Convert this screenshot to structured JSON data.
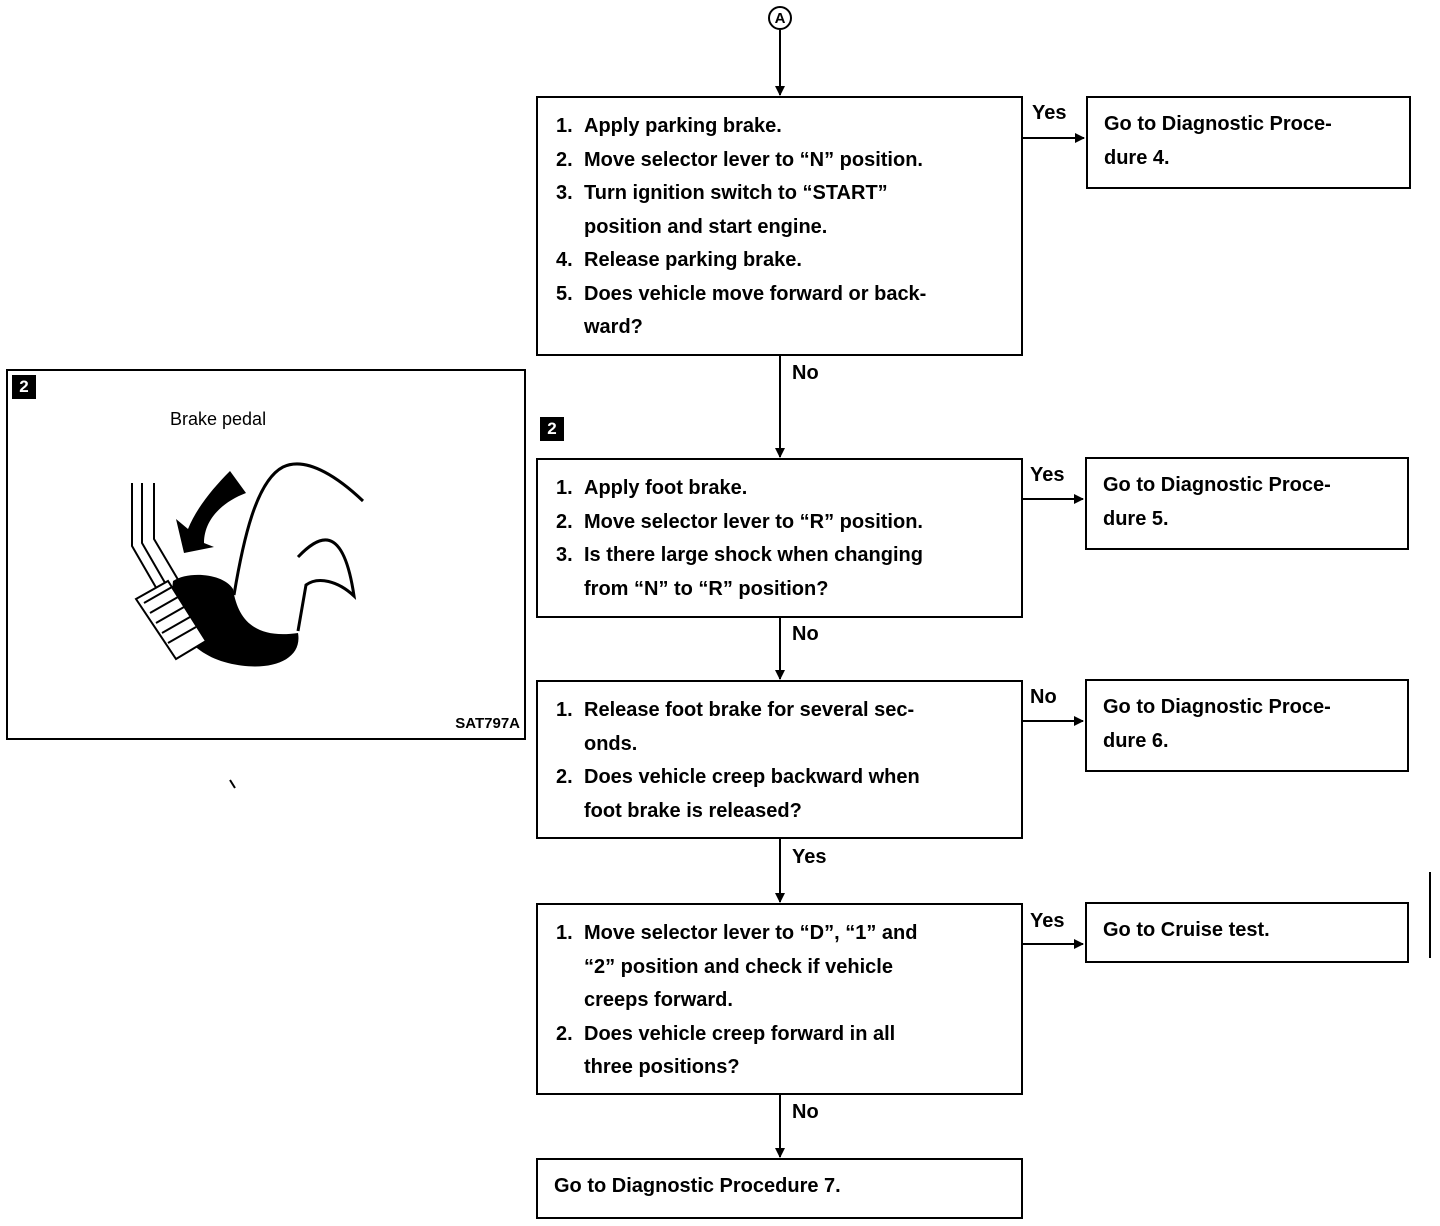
{
  "connector": {
    "label": "A"
  },
  "figure": {
    "badge": "2",
    "title": "Brake pedal",
    "code": "SAT797A"
  },
  "step_badge": "2",
  "flow": [
    {
      "steps": [
        "Apply parking brake.",
        "Move selector lever to “N” position.",
        "Turn ignition switch to “START”\nposition and start engine.",
        "Release parking brake.",
        "Does vehicle move forward or back-\nward?"
      ],
      "branch_label": "Yes",
      "branch_result": "Go to Diagnostic Proce-\ndure 4.",
      "down_label": "No"
    },
    {
      "steps": [
        "Apply foot brake.",
        "Move selector lever to “R” position.",
        "Is there large shock when changing\nfrom “N” to “R” position?"
      ],
      "branch_label": "Yes",
      "branch_result": "Go to Diagnostic Proce-\ndure 5.",
      "down_label": "No"
    },
    {
      "steps": [
        "Release foot brake for several sec-\nonds.",
        "Does vehicle creep backward when\nfoot brake is released?"
      ],
      "branch_label": "No",
      "branch_result": "Go to Diagnostic Proce-\ndure 6.",
      "down_label": "Yes"
    },
    {
      "steps": [
        "Move selector lever to “D”, “1” and\n“2” position and check if vehicle\ncreeps forward.",
        "Does vehicle creep forward in all\nthree positions?"
      ],
      "branch_label": "Yes",
      "branch_result": "Go to Cruise test.",
      "down_label": "No"
    }
  ],
  "final": {
    "text": "Go to Diagnostic Procedure 7."
  }
}
